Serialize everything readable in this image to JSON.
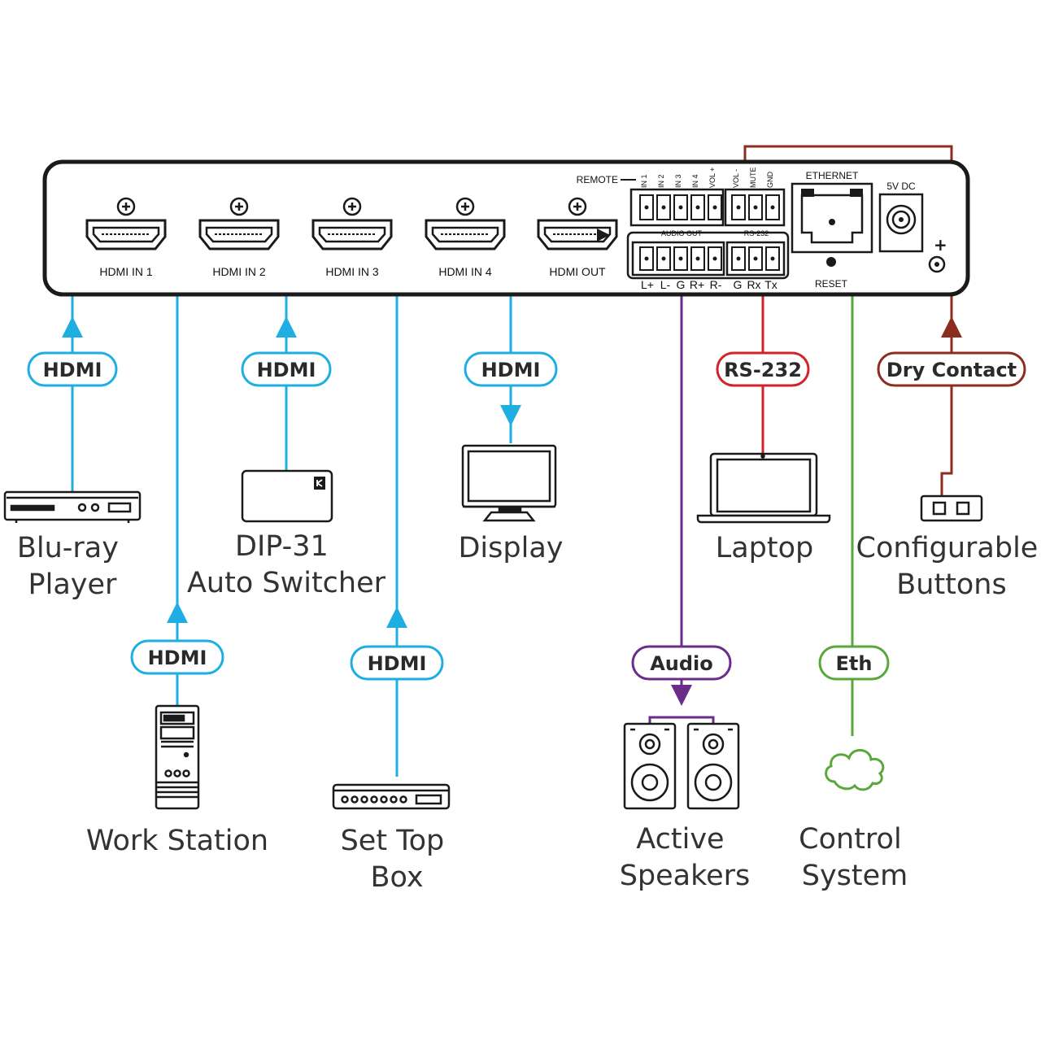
{
  "panel": {
    "remote_label": "REMOTE",
    "remote_pins": [
      "IN 1",
      "IN 2",
      "IN 3",
      "IN 4",
      "VOL +",
      "VOL -",
      "MUTE",
      "GND"
    ],
    "audio_out_label": "AUDIO OUT",
    "rs232_label": "RS-232",
    "audio_pins": [
      "L+",
      "L-",
      "G",
      "R+",
      "R-"
    ],
    "rs232_pins": [
      "G",
      "Rx",
      "Tx"
    ],
    "ethernet_label": "ETHERNET",
    "reset_label": "RESET",
    "power_label": "5V DC",
    "ports": [
      "HDMI  IN 1",
      "HDMI  IN 2",
      "HDMI  IN 3",
      "HDMI  IN 4",
      "HDMI  OUT"
    ]
  },
  "connections": {
    "hdmi_1": "HDMI",
    "hdmi_2": "HDMI",
    "hdmi_3": "HDMI",
    "hdmi_4": "HDMI",
    "hdmi_out": "HDMI",
    "audio": "Audio",
    "rs232": "RS-232",
    "eth": "Eth",
    "dry_contact": "Dry Contact"
  },
  "devices": {
    "bluray": [
      "Blu-ray",
      "Player"
    ],
    "workstation": [
      "Work Station"
    ],
    "dip31": [
      "DIP-31",
      "Auto Switcher"
    ],
    "settop": [
      "Set Top",
      "Box"
    ],
    "display": [
      "Display"
    ],
    "speakers": [
      "Active",
      "Speakers"
    ],
    "laptop": [
      "Laptop"
    ],
    "control": [
      "Control",
      "System"
    ],
    "buttons": [
      "Configurable",
      "Buttons"
    ]
  },
  "colors": {
    "hdmi": "#1eaee2",
    "audio": "#6b2d8a",
    "rs232": "#d2232a",
    "eth": "#5aa83c",
    "dry_contact": "#8b2e1f",
    "outline": "#1a1a1a"
  }
}
